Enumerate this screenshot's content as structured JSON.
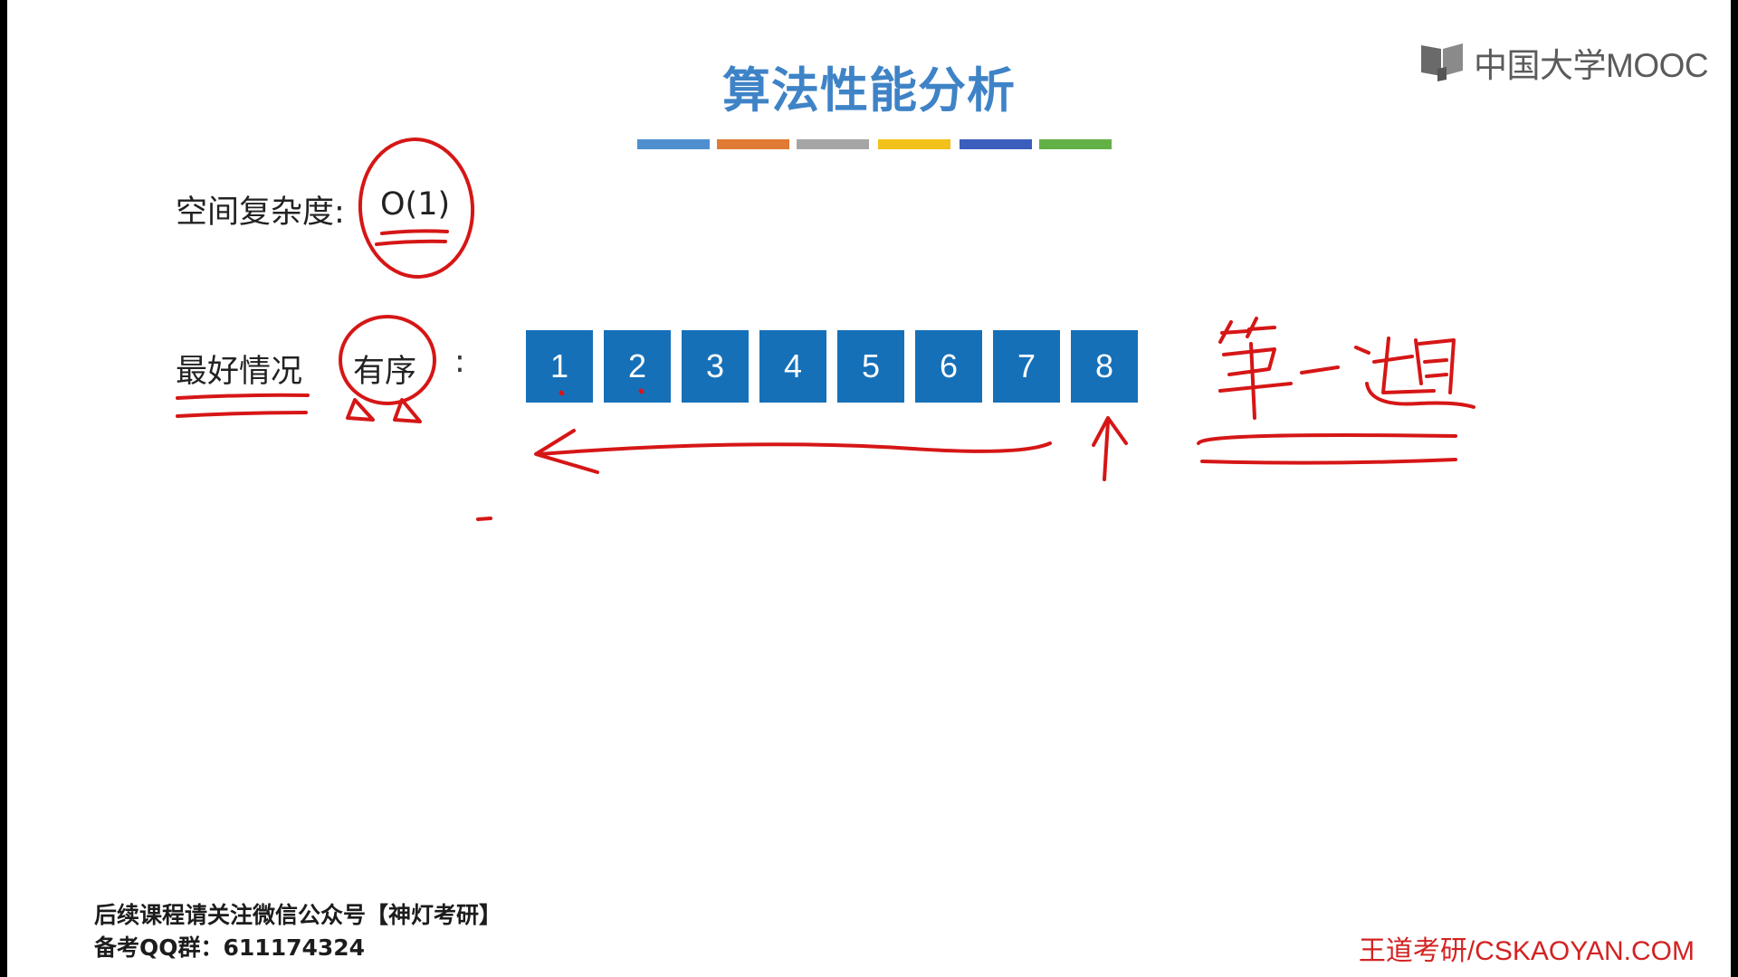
{
  "slide": {
    "title": "算法性能分析",
    "title_color": "#3f83c7",
    "color_bar": [
      "#4f8fd0",
      "#e07a34",
      "#a5a5a5",
      "#f2c11a",
      "#3b5ebd",
      "#63b046"
    ]
  },
  "logo": {
    "icon": "mooc-book-icon",
    "text": "中国大学MOOC"
  },
  "space_complexity": {
    "label": "空间复杂度:",
    "value": "O(1)"
  },
  "best_case": {
    "label": "最好情况",
    "condition": "有序",
    "colon": ":"
  },
  "array": {
    "cells": [
      "1",
      "2",
      "3",
      "4",
      "5",
      "6",
      "7",
      "8"
    ],
    "cell_color": "#1670b8"
  },
  "annotations": {
    "handwriting": "第一趟",
    "ink_color": "#d61616"
  },
  "footer": {
    "line1": "后续课程请关注微信公众号【神灯考研】",
    "line2": "备考QQ群：611174324",
    "site": "王道考研/CSKAOYAN.COM"
  }
}
